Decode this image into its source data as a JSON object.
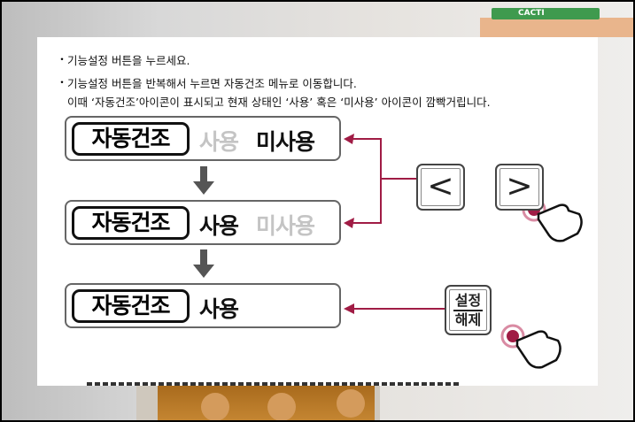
{
  "background": {
    "book_label": "CACTI"
  },
  "instructions": {
    "bullet": "・",
    "line1": "기능설정 버튼을 누르세요.",
    "line2": "기능설정 버튼을 반복해서 누르면 자동건조 메뉴로 이동합니다.",
    "line3": "이때 ‘자동건조’아이콘이 표시되고 현재 상태인 ‘사용’ 혹은 ‘미사용’ 아이콘이 깜빡거립니다."
  },
  "diagram": {
    "states": [
      {
        "label": "자동건조",
        "use": "사용",
        "unused": "미사용",
        "active": "미사용"
      },
      {
        "label": "자동건조",
        "use": "사용",
        "unused": "미사용",
        "active": "사용"
      },
      {
        "label": "자동건조",
        "use": "사용",
        "active": "사용"
      }
    ],
    "buttons": {
      "left": "<",
      "right": ">",
      "release_top": "설정",
      "release_bottom": "해제"
    },
    "colors": {
      "arrow": "#a01c45",
      "down_arrow": "#555555",
      "highlight": "#b0123f"
    }
  }
}
